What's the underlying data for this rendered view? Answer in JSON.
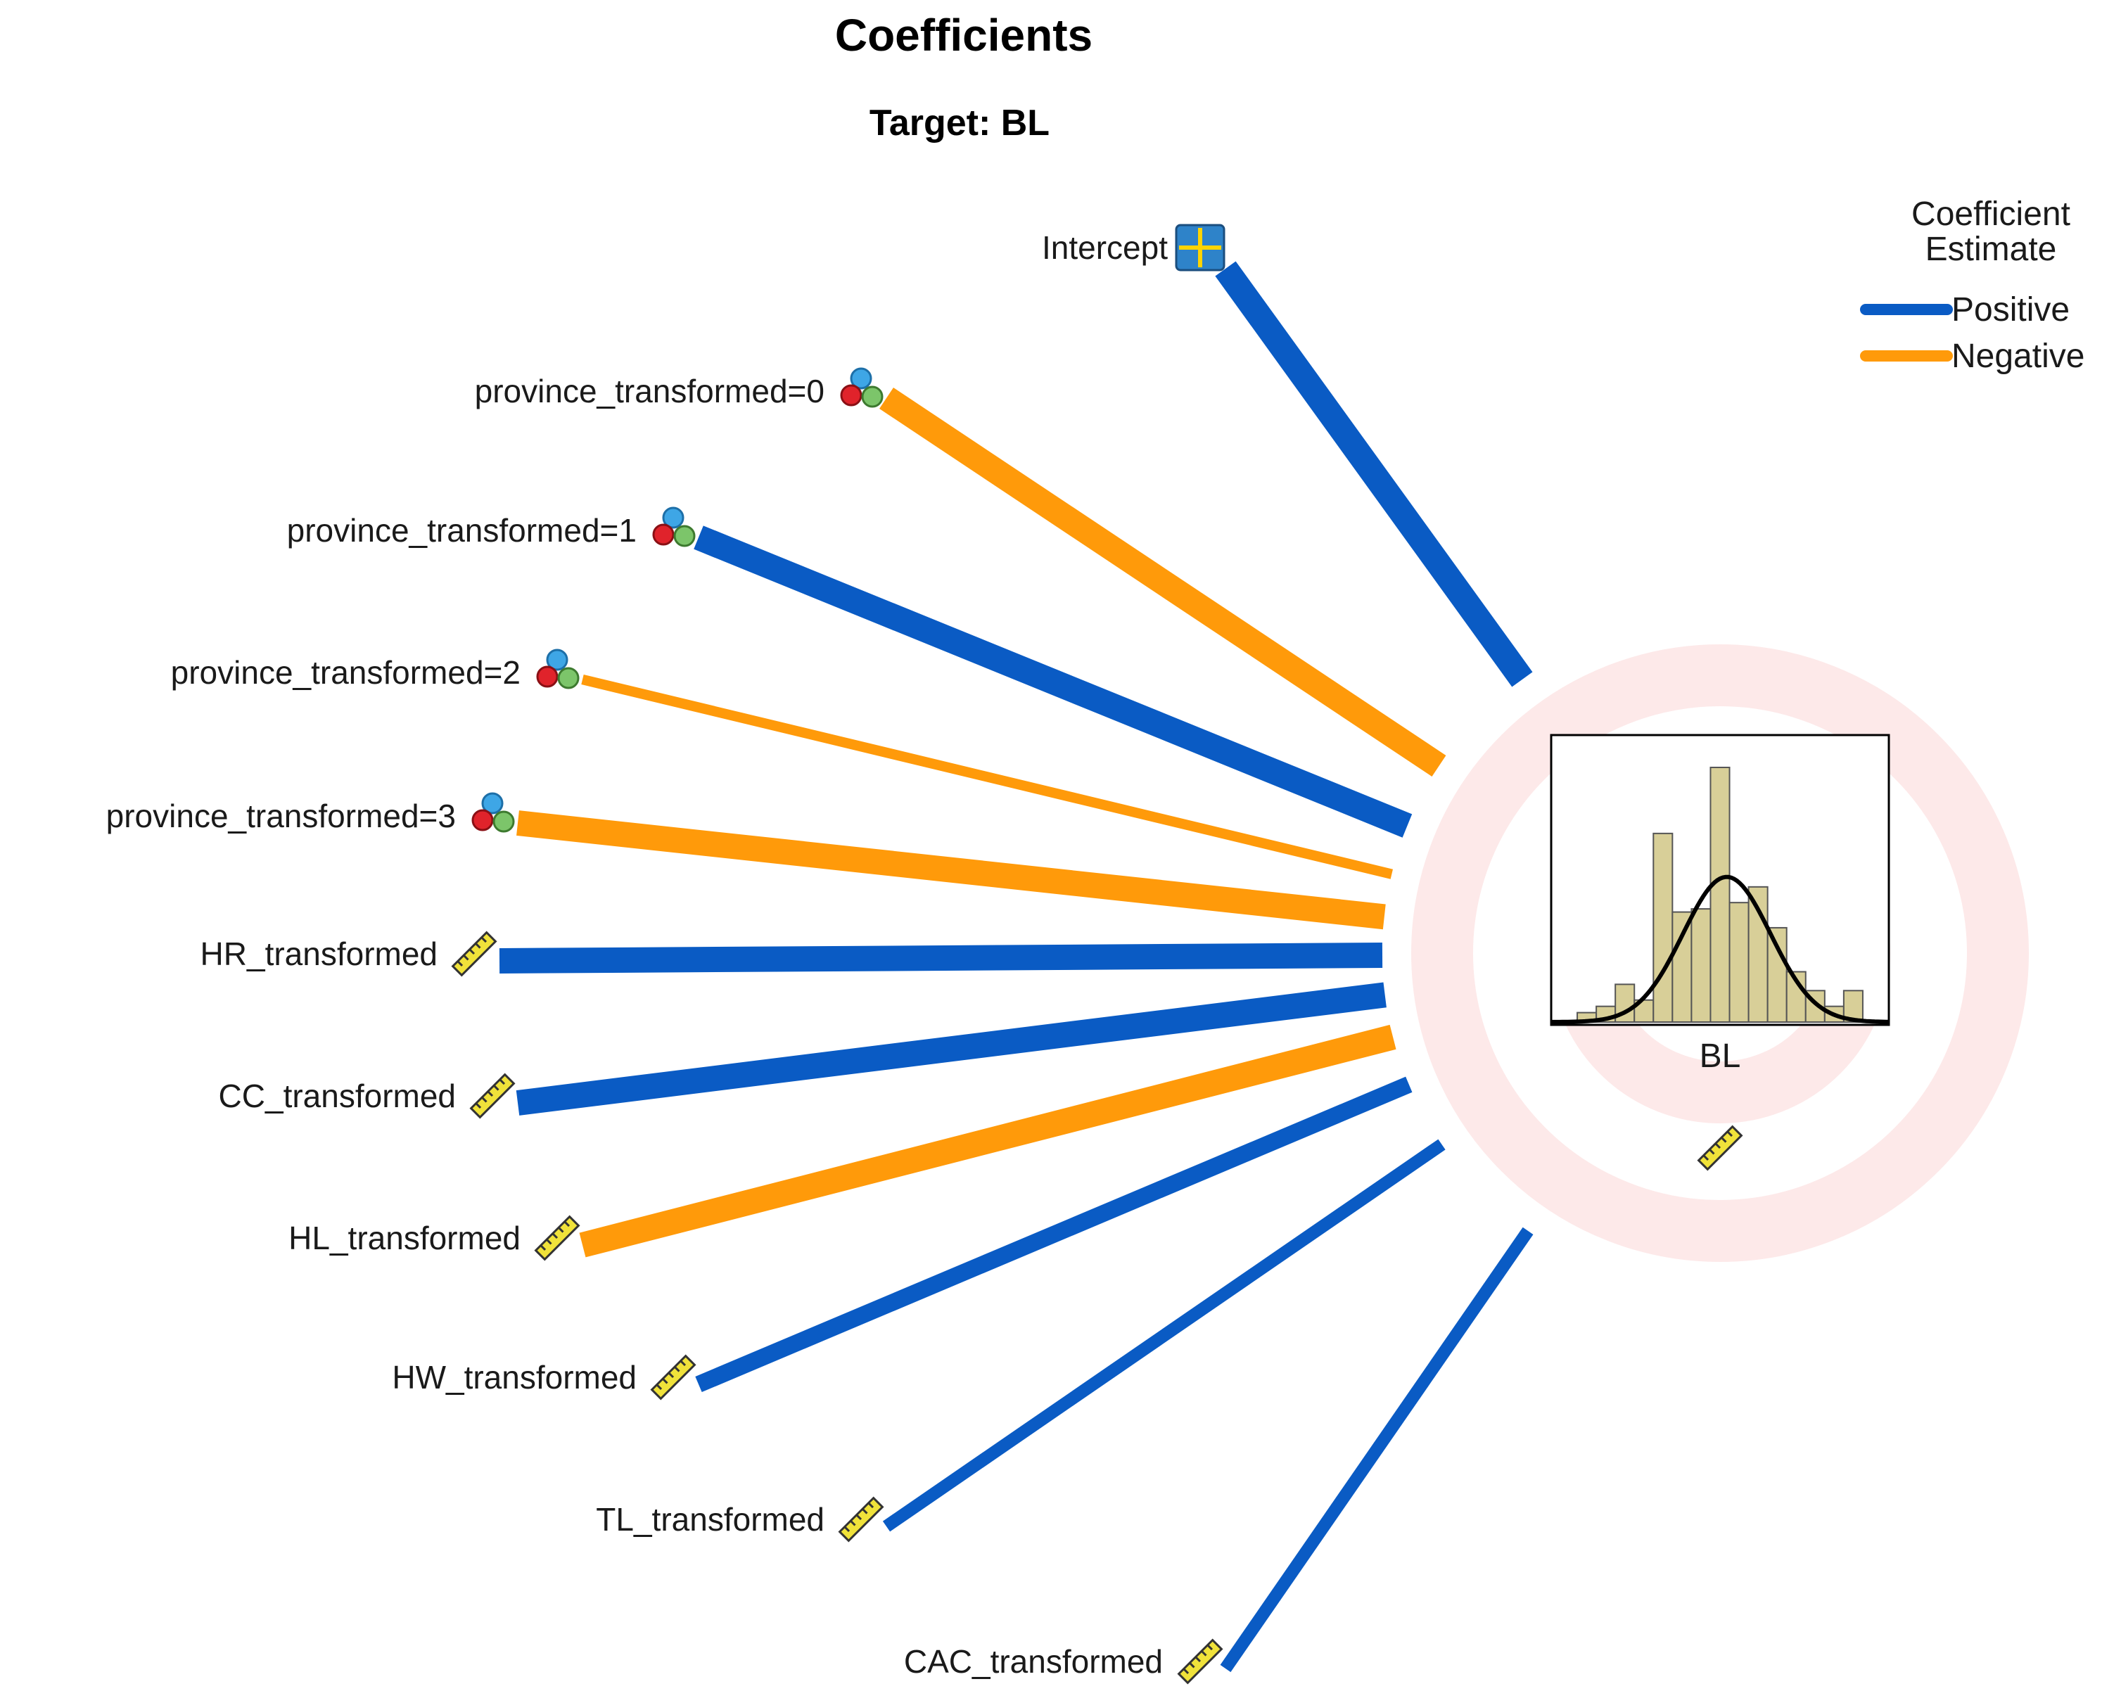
{
  "chart_data": {
    "type": "network",
    "title": "Coefficients",
    "subtitle": "Target: BL",
    "target": {
      "name": "BL",
      "measurement_icon": "scale-ruler-icon",
      "histogram": {
        "bins": [
          0.3,
          0.5,
          1.2,
          0.7,
          6.0,
          3.5,
          3.6,
          8.1,
          3.8,
          4.3,
          3.0,
          1.6,
          1.0,
          0.5,
          1.0
        ],
        "normal_curve": true
      }
    },
    "predictors": [
      {
        "name": "Intercept",
        "sign": "Positive",
        "weight": 3.0,
        "icon": "intercept-icon"
      },
      {
        "name": "province_transformed=0",
        "sign": "Negative",
        "weight": 3.0,
        "icon": "nominal-icon"
      },
      {
        "name": "province_transformed=1",
        "sign": "Positive",
        "weight": 3.0,
        "icon": "nominal-icon"
      },
      {
        "name": "province_transformed=2",
        "sign": "Negative",
        "weight": 1.2,
        "icon": "nominal-icon"
      },
      {
        "name": "province_transformed=3",
        "sign": "Negative",
        "weight": 3.0,
        "icon": "nominal-icon"
      },
      {
        "name": "HR_transformed",
        "sign": "Positive",
        "weight": 3.0,
        "icon": "scale-ruler-icon"
      },
      {
        "name": "CC_transformed",
        "sign": "Positive",
        "weight": 3.0,
        "icon": "scale-ruler-icon"
      },
      {
        "name": "HL_transformed",
        "sign": "Negative",
        "weight": 3.0,
        "icon": "scale-ruler-icon"
      },
      {
        "name": "HW_transformed",
        "sign": "Positive",
        "weight": 2.0,
        "icon": "scale-ruler-icon"
      },
      {
        "name": "TL_transformed",
        "sign": "Positive",
        "weight": 1.5,
        "icon": "scale-ruler-icon"
      },
      {
        "name": "CAC_transformed",
        "sign": "Positive",
        "weight": 1.5,
        "icon": "scale-ruler-icon"
      }
    ],
    "legend": {
      "title_line1": "Coefficient",
      "title_line2": "Estimate",
      "placement": "top-right",
      "items": [
        {
          "label": "Positive",
          "color": "#0a5bc4"
        },
        {
          "label": "Negative",
          "color": "#ff9a0a"
        }
      ]
    },
    "colors": {
      "positive": "#0a5bc4",
      "negative": "#ff9a0a",
      "rings": "#fde9e9",
      "histogram_fill": "#d8cf98",
      "histogram_stroke": "#555555",
      "curve": "#000000"
    }
  }
}
